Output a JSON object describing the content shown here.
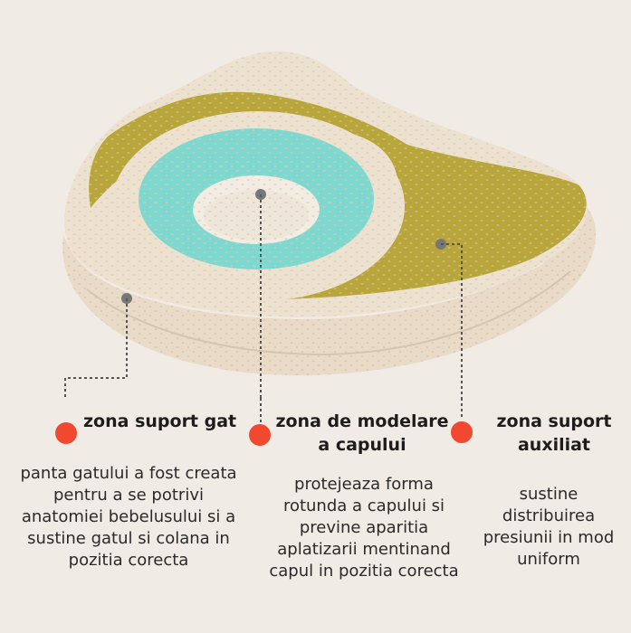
{
  "colors": {
    "background": "#f1ebe6",
    "pillow_foam": "#eadbc8",
    "head_zone": "#b9a63a",
    "center_zone": "#7dd9cf",
    "marker": "#f0492f",
    "leader_line": "#555555"
  },
  "zones": [
    {
      "title": "zona suport gat",
      "description": [
        "panta gatului a fost creata",
        "pentru a se potrivi",
        "anatomiei bebelusului si a",
        "sustine gatul si colana in",
        "pozitia corecta"
      ]
    },
    {
      "title": [
        "zona de modelare",
        "a capului"
      ],
      "description": [
        "protejeaza forma",
        "rotunda a capului si",
        "previne aparitia",
        "aplatizarii mentinand",
        "capul in pozitia corecta"
      ]
    },
    {
      "title": [
        "zona suport",
        "auxiliat"
      ],
      "description": [
        "sustine",
        "distribuirea",
        "presiunii in mod",
        "uniform"
      ]
    }
  ]
}
